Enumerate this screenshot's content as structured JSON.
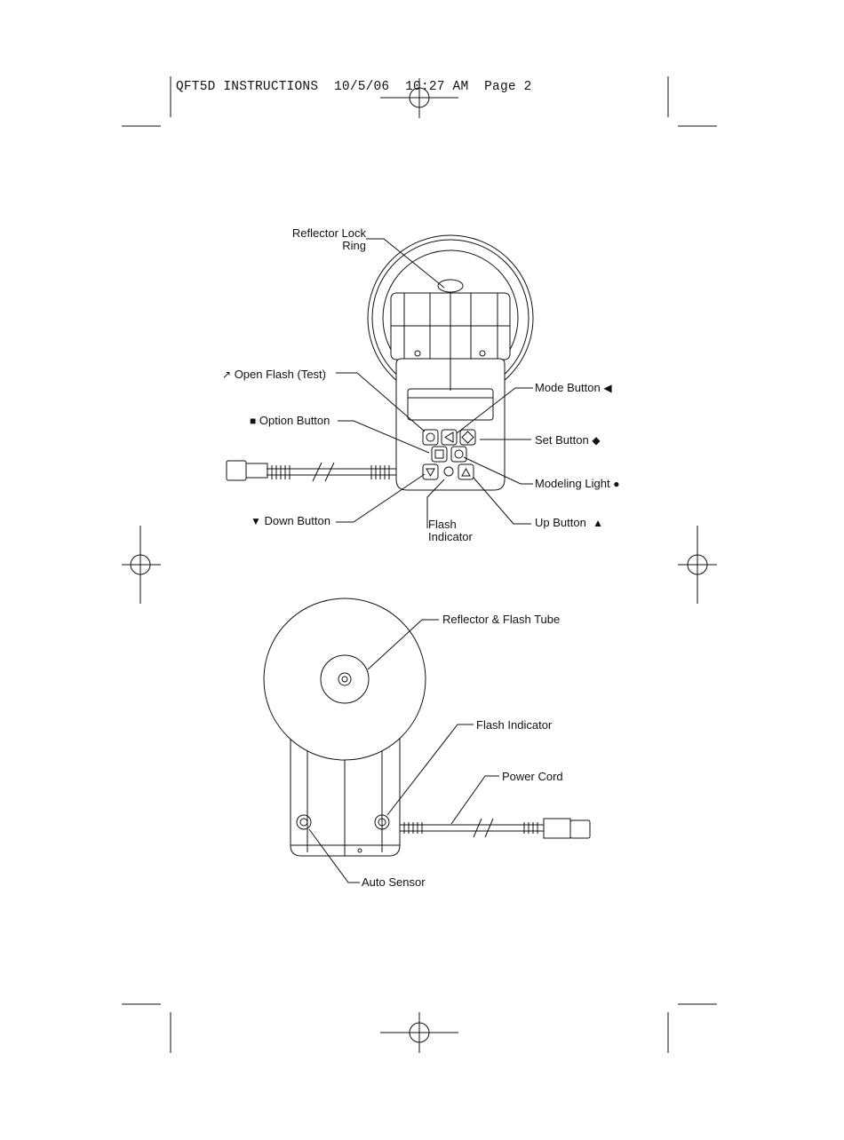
{
  "header": {
    "running_head": "QFT5D INSTRUCTIONS  10/5/06  10:27 AM  Page 2"
  },
  "top_diagram": {
    "reflector_lock_ring": {
      "line1": "Reflector Lock",
      "line2": "Ring"
    },
    "open_flash_test": "Open Flash (Test)",
    "option_button": "Option Button",
    "down_button": "Down Button",
    "flash_indicator": {
      "line1": "Flash",
      "line2": "Indicator"
    },
    "mode_button": "Mode Button",
    "set_button": "Set Button",
    "modeling_light": "Modeling Light",
    "up_button": "Up Button"
  },
  "bottom_diagram": {
    "reflector_flash_tube": "Reflector & Flash Tube",
    "flash_indicator": "Flash Indicator",
    "power_cord": "Power Cord",
    "auto_sensor": "Auto Sensor"
  },
  "symbols": {
    "open_flash": "↗",
    "option": "■",
    "down": "▼",
    "mode": "◀",
    "set": "◆",
    "modeling": "●",
    "up": "▲"
  }
}
